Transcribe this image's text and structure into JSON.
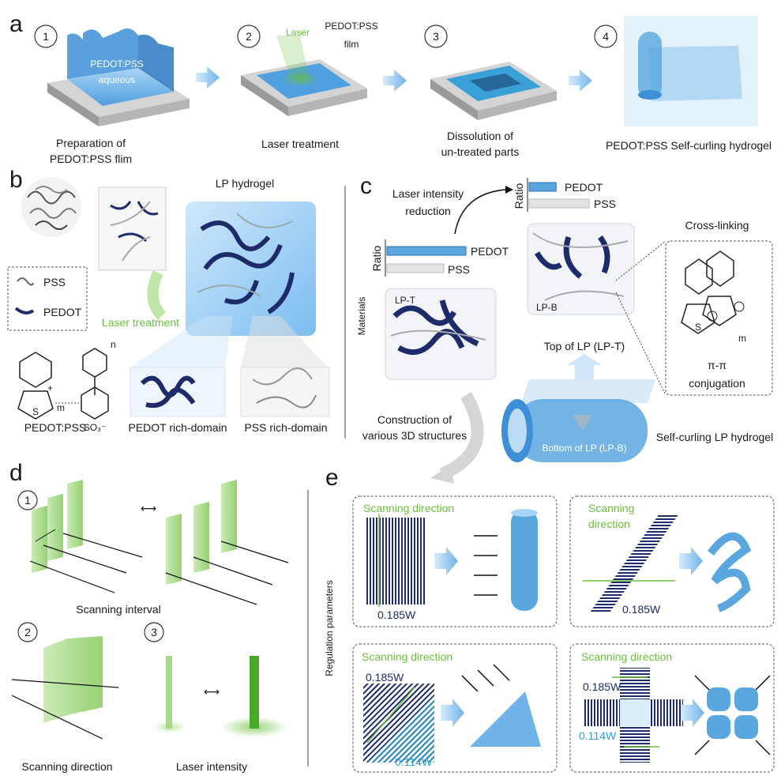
{
  "panels": {
    "a": "a",
    "b": "b",
    "c": "c",
    "d": "d",
    "e": "e"
  },
  "panel_a": {
    "steps": [
      {
        "num": "1",
        "caption_line1": "Preparation of",
        "caption_line2": "PEDOT:PSS flim",
        "inner_line1": "PEDOT:PSS",
        "inner_line2": "aqueous"
      },
      {
        "num": "2",
        "caption_line1": "Laser treatment",
        "laser": "Laser",
        "film_line1": "PEDOT:PSS",
        "film_line2": "film"
      },
      {
        "num": "3",
        "caption_line1": "Dissolution of",
        "caption_line2": "un-treated parts"
      },
      {
        "num": "4",
        "caption_line1": "PEDOT:PSS Self-curling hydrogel"
      }
    ]
  },
  "panel_b": {
    "lp_hydrogel": "LP hydrogel",
    "legend_pss": "PSS",
    "legend_pedot": "PEDOT",
    "laser_treatment": "Laser treatment",
    "pedotpss": "PEDOT:PSS",
    "pedot_rich": "PEDOT rich-domain",
    "pss_rich": "PSS rich-domain",
    "chem_m": "m",
    "chem_n": "n",
    "chem_s": "S",
    "chem_so3": "SO₃⁻",
    "chem_plus": "+"
  },
  "panel_c": {
    "laser_line1": "Laser intensity",
    "laser_line2": "reduction",
    "ratio": "Ratio",
    "pedot": "PEDOT",
    "pss": "PSS",
    "materials": "Materials",
    "lpt": "LP-T",
    "lpb": "LP-B",
    "cross_linking": "Cross-linking",
    "pi_line1": "π-π",
    "pi_line2": "conjugation",
    "top_lp": "Top of LP (LP-T)",
    "bottom_lp": "Bottom of LP (LP-B)",
    "self_curling": "Self-curling LP hydrogel",
    "construction_line1": "Construction of",
    "construction_line2": "various 3D structures",
    "chem_m": "m",
    "chem_s": "S"
  },
  "panel_d": {
    "n1": "1",
    "n2": "2",
    "n3": "3",
    "interval": "Scanning interval",
    "direction": "Scanning direction",
    "intensity": "Laser intensity"
  },
  "panel_e": {
    "reg_params": "Regulation parameters",
    "box1": {
      "dir": "Scanning direction",
      "power": "0.185W"
    },
    "box2": {
      "dir_line1": "Scanning",
      "dir_line2": "direction",
      "power": "0.185W"
    },
    "box3": {
      "dir": "Scanning direction",
      "power_hi": "0.185W",
      "power_lo": "0.114W"
    },
    "box4": {
      "dir": "Scanning direction",
      "power_hi": "0.185W",
      "power_lo": "0.114W"
    }
  },
  "ratio_bars": {
    "top": {
      "pedot": 0.45,
      "pss": 1.0
    },
    "bottom": {
      "pedot": 1.0,
      "pss": 0.72
    }
  },
  "colors": {
    "navy": "#1d2b6b",
    "blue": "#5aa7e0",
    "green": "#6cbf3a",
    "cyan": "#2e9fd0",
    "grey": "#cfcfcf"
  }
}
